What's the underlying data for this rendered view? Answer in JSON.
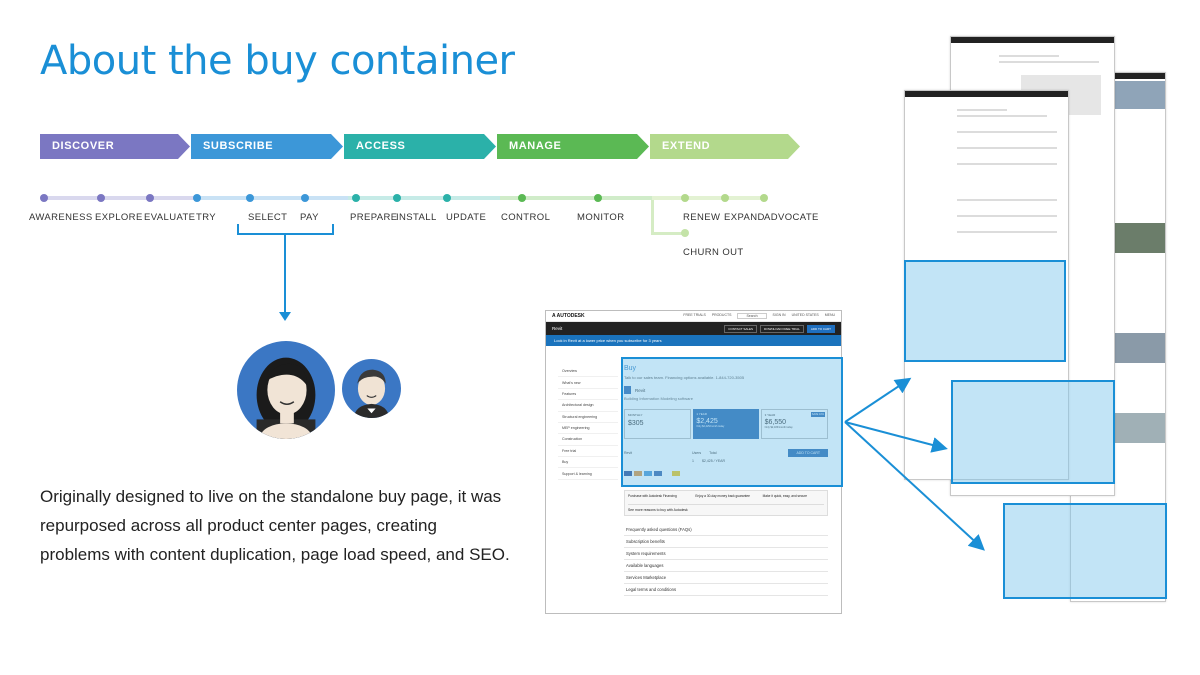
{
  "title": "About the buy container",
  "phases": [
    {
      "label": "DISCOVER",
      "color": "#7b77c2"
    },
    {
      "label": "SUBSCRIBE",
      "color": "#3c97d8"
    },
    {
      "label": "ACCESS",
      "color": "#2bb1a9"
    },
    {
      "label": "MANAGE",
      "color": "#5bb954"
    },
    {
      "label": "EXTEND",
      "color": "#b3d98c"
    }
  ],
  "stages": [
    "AWARENESS",
    "EXPLORE",
    "EVALUATE",
    "TRY",
    "SELECT",
    "PAY",
    "PREPARE",
    "INSTALL",
    "UPDATE",
    "CONTROL",
    "MONITOR",
    "RENEW",
    "EXPAND",
    "ADVOCATE"
  ],
  "churn_label": "CHURN OUT",
  "description": "Originally designed to live on the standalone buy page, it was repurposed across all product center pages, creating problems with content duplication, page load speed, and SEO.",
  "mockup": {
    "logo": "A AUTODESK",
    "nav": [
      "FREE TRIALS",
      "PRODUCTS",
      "Search",
      "SIGN IN",
      "UNITED STATES",
      "MENU"
    ],
    "product": "Revit",
    "buttons": [
      "CONTACT SALES",
      "DOWNLOAD FREE TRIAL",
      "ADD TO CART"
    ],
    "banner": "Lock in Revit at a lower price when you subscribe for 3 years",
    "side_nav": [
      "Overview",
      "What's new",
      "Features",
      "Architectural design",
      "Structural engineering",
      "MEP engineering",
      "Construction",
      "Free trial",
      "Buy",
      "Support & learning"
    ],
    "buy_heading": "Buy",
    "buy_sub": "Talk to our sales team. Financing options available. 1-844-720-3505",
    "product_name": "Revit",
    "product_desc": "Building Information Modeling software",
    "prices": [
      {
        "term": "MONTHLY",
        "price": "$305"
      },
      {
        "term": "1 YEAR",
        "price": "$2,425",
        "note": "Only $2,425/month today"
      },
      {
        "term": "3 YEAR",
        "price": "$6,550",
        "note": "Only $2,183/month today"
      }
    ],
    "save_badge": "SAVE 10%",
    "qty_label": "Users",
    "total_label": "Total",
    "qty_value": "1",
    "total_value": "$2,425 / YEAR",
    "add_to_cart": "ADD TO CART",
    "features": [
      "Purchase with Autodesk Financing",
      "Enjoy a 30-day money back guarantee",
      "Make it quick, easy, and secure"
    ],
    "more_reasons": "See more reasons to buy with Autodesk",
    "accordion": [
      "Frequently asked questions (FAQs)",
      "Subscription benefits",
      "System requirements",
      "Available languages",
      "Services Marketplace",
      "Legal terms and conditions"
    ]
  },
  "colors": {
    "accent": "#1a8fd6",
    "highlight_fill": "#78c3eb"
  }
}
